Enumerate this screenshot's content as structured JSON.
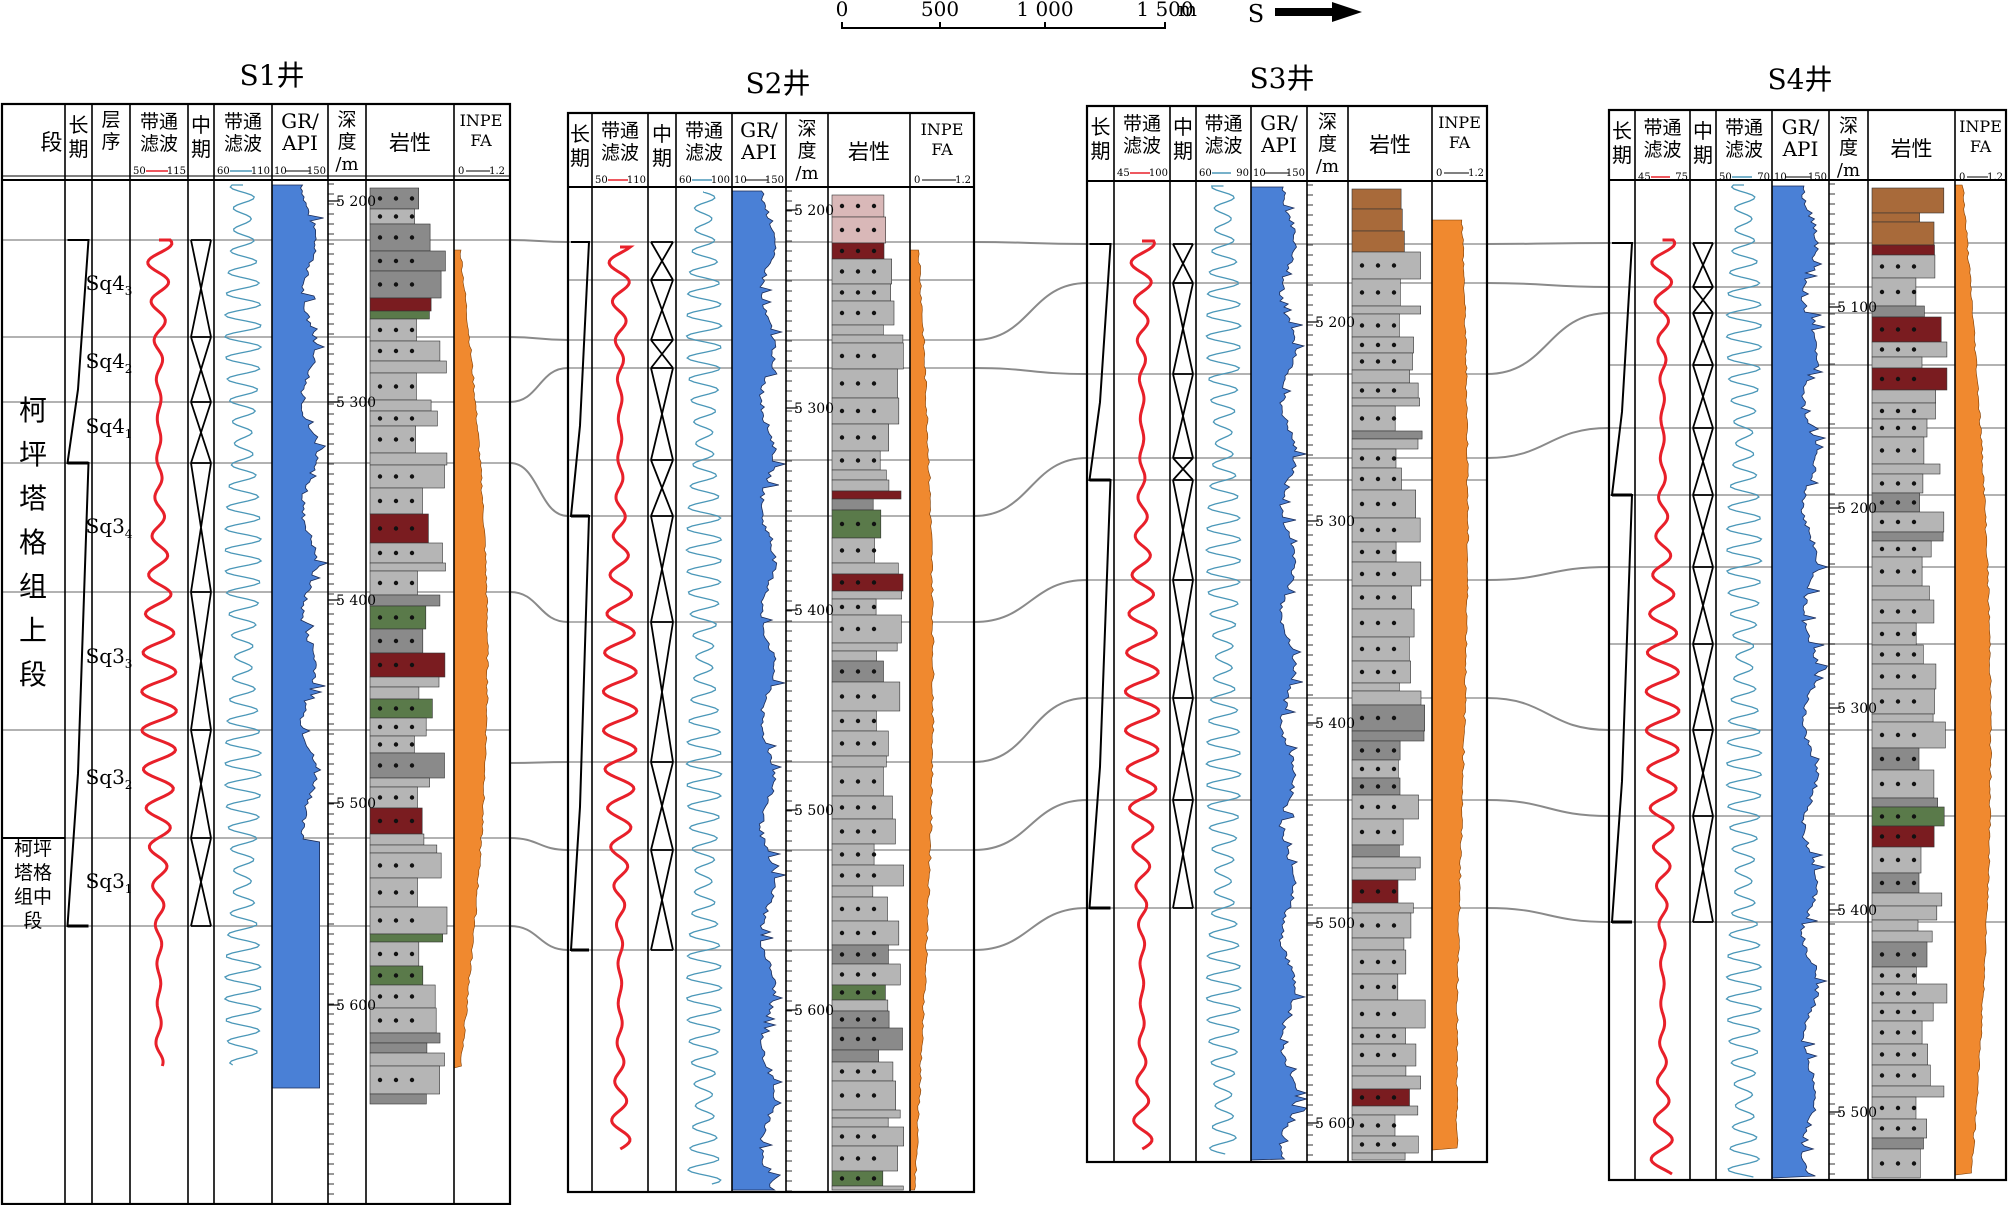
{
  "scale_bar": {
    "ticks": [
      "0",
      "500",
      "1 000",
      "1 500"
    ],
    "unit": "m",
    "direction_label": "S"
  },
  "colors": {
    "gr_fill": "#4a80d6",
    "inpefa_fill": "#f0892f",
    "bandpass_long": "#e8202a",
    "bandpass_mid": "#4a97b8",
    "correlation_line": "#8a8a8a",
    "rock_gray": "#b5b5b5",
    "rock_dark": "#8a8a8a",
    "rock_red": "#7a1c20",
    "rock_green": "#5a7a4a",
    "rock_brown": "#a86a3a",
    "rock_pink": "#d9b8b8"
  },
  "wells": [
    {
      "name": "S1井",
      "depth_ticks": [
        "5 200",
        "5 300",
        "5 400",
        "5 500",
        "5 600"
      ],
      "headers": {
        "segment": "段",
        "long": "长期",
        "sequence": "层序",
        "bp1": "带通滤波",
        "bp1_range": [
          "50",
          "115"
        ],
        "mid": "中期",
        "bp2": "带通滤波",
        "bp2_range": [
          "60",
          "110"
        ],
        "gr": "GR/ API",
        "gr_range": [
          "10",
          "150"
        ],
        "depth": "深度 /m",
        "lith": "岩性",
        "inpefa": "INPE FA",
        "inpefa_range": [
          "0",
          "1.2"
        ]
      },
      "sequences": [
        {
          "label": "Sq4",
          "sub": "3"
        },
        {
          "label": "Sq4",
          "sub": "2"
        },
        {
          "label": "Sq4",
          "sub": "1"
        },
        {
          "label": "Sq3",
          "sub": "4"
        },
        {
          "label": "Sq3",
          "sub": "3"
        },
        {
          "label": "Sq3",
          "sub": "2"
        },
        {
          "label": "Sq3",
          "sub": "1"
        }
      ],
      "formations": [
        "柯坪塔格组上段",
        "柯坪塔格组中段"
      ]
    },
    {
      "name": "S2井",
      "depth_ticks": [
        "5 200",
        "5 300",
        "5 400",
        "5 500",
        "5 600"
      ],
      "headers": {
        "long": "长期",
        "bp1": "带通滤波",
        "bp1_range": [
          "50",
          "110"
        ],
        "mid": "中期",
        "bp2": "带通滤波",
        "bp2_range": [
          "60",
          "100"
        ],
        "gr": "GR/ API",
        "gr_range": [
          "10",
          "150"
        ],
        "depth": "深度 /m",
        "lith": "岩性",
        "inpefa": "INPE FA",
        "inpefa_range": [
          "0",
          "1.2"
        ]
      }
    },
    {
      "name": "S3井",
      "depth_ticks": [
        "5 200",
        "5 300",
        "5 400",
        "5 500",
        "5 600"
      ],
      "headers": {
        "long": "长期",
        "bp1": "带通滤波",
        "bp1_range": [
          "45",
          "100"
        ],
        "mid": "中期",
        "bp2": "带通滤波",
        "bp2_range": [
          "60",
          "90"
        ],
        "gr": "GR/ API",
        "gr_range": [
          "10",
          "150"
        ],
        "depth": "深度 /m",
        "lith": "岩性",
        "inpefa": "INPE FA",
        "inpefa_range": [
          "0",
          "1.2"
        ]
      }
    },
    {
      "name": "S4井",
      "depth_ticks": [
        "5 100",
        "5 200",
        "5 300",
        "5 400",
        "5 500"
      ],
      "headers": {
        "long": "长期",
        "bp1": "带通滤波",
        "bp1_range": [
          "45",
          "75"
        ],
        "mid": "中期",
        "bp2": "带通滤波",
        "bp2_range": [
          "50",
          "70"
        ],
        "gr": "GR/ API",
        "gr_range": [
          "10",
          "150"
        ],
        "depth": "深度 /m",
        "lith": "岩性",
        "inpefa": "INPE FA",
        "inpefa_range": [
          "0",
          "1.2"
        ]
      }
    }
  ]
}
